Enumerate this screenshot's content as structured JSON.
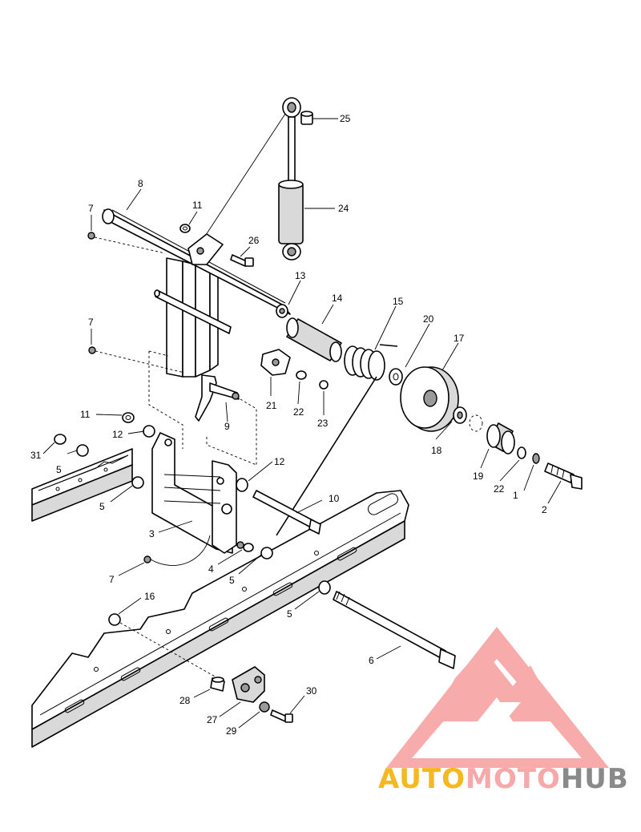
{
  "callouts": [
    {
      "id": "c1",
      "text": "1"
    },
    {
      "id": "c2",
      "text": "2"
    },
    {
      "id": "c3",
      "text": "3"
    },
    {
      "id": "c4",
      "text": "4"
    },
    {
      "id": "c5a",
      "text": "5"
    },
    {
      "id": "c5b",
      "text": "5"
    },
    {
      "id": "c5c",
      "text": "5"
    },
    {
      "id": "c5d",
      "text": "5"
    },
    {
      "id": "c6",
      "text": "6"
    },
    {
      "id": "c7a",
      "text": "7"
    },
    {
      "id": "c7b",
      "text": "7"
    },
    {
      "id": "c7c",
      "text": "7"
    },
    {
      "id": "c8",
      "text": "8"
    },
    {
      "id": "c9",
      "text": "9"
    },
    {
      "id": "c10",
      "text": "10"
    },
    {
      "id": "c11a",
      "text": "11"
    },
    {
      "id": "c11b",
      "text": "11"
    },
    {
      "id": "c12a",
      "text": "12"
    },
    {
      "id": "c12b",
      "text": "12"
    },
    {
      "id": "c13",
      "text": "13"
    },
    {
      "id": "c14",
      "text": "14"
    },
    {
      "id": "c15",
      "text": "15"
    },
    {
      "id": "c16",
      "text": "16"
    },
    {
      "id": "c17",
      "text": "17"
    },
    {
      "id": "c18",
      "text": "18"
    },
    {
      "id": "c19",
      "text": "19"
    },
    {
      "id": "c20",
      "text": "20"
    },
    {
      "id": "c21",
      "text": "21"
    },
    {
      "id": "c22a",
      "text": "22"
    },
    {
      "id": "c22b",
      "text": "22"
    },
    {
      "id": "c23",
      "text": "23"
    },
    {
      "id": "c24",
      "text": "24"
    },
    {
      "id": "c25",
      "text": "25"
    },
    {
      "id": "c26",
      "text": "26"
    },
    {
      "id": "c27",
      "text": "27"
    },
    {
      "id": "c28",
      "text": "28"
    },
    {
      "id": "c29",
      "text": "29"
    },
    {
      "id": "c30",
      "text": "30"
    },
    {
      "id": "c31",
      "text": "31"
    }
  ],
  "watermark": {
    "part1": "AUTO",
    "part2": "MOTO",
    "part3": "HUB",
    "colors": {
      "part1": "#f5b820",
      "part2": "#f7a8a8",
      "part3": "#8a8a8a",
      "triangle": "#f7a3a3"
    }
  }
}
